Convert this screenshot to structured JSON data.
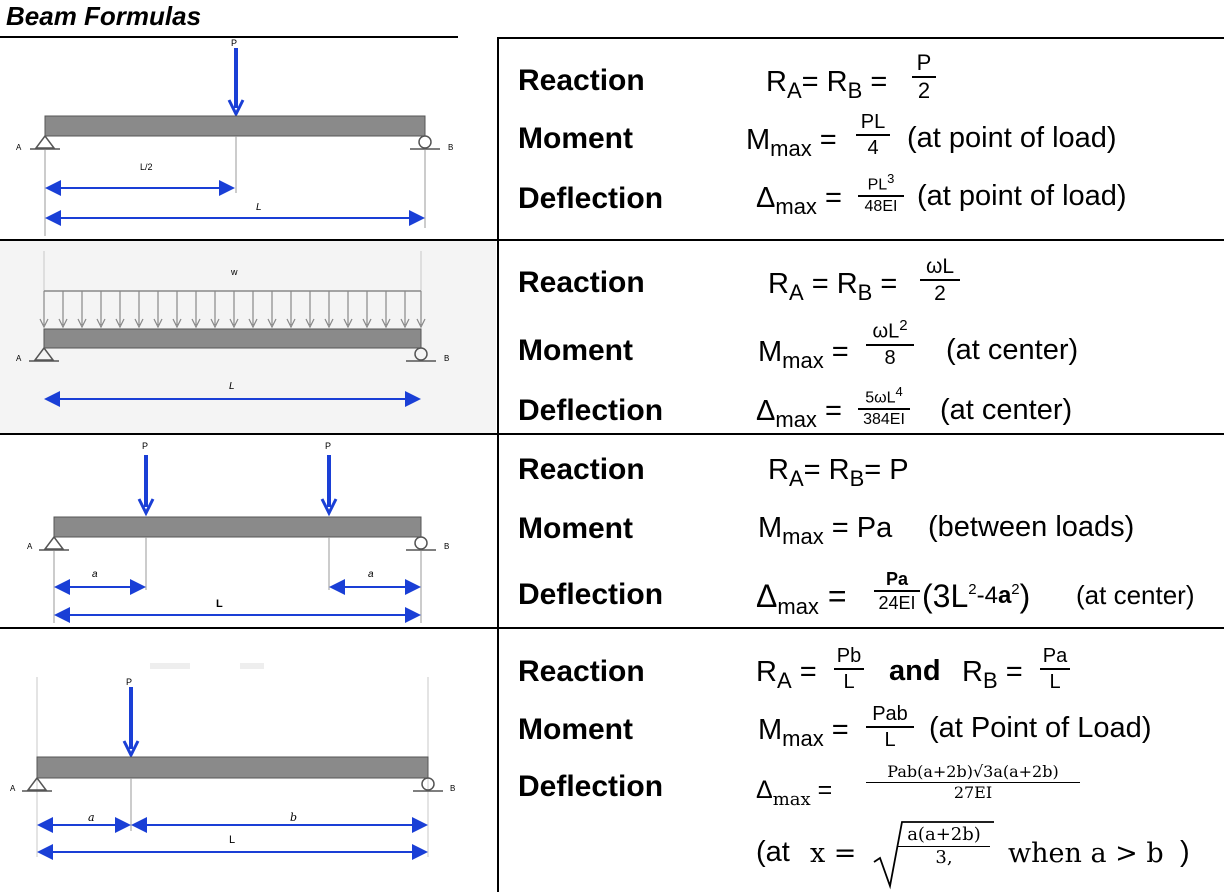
{
  "title": "Beam Formulas",
  "rows": [
    {
      "reaction_label": "Reaction",
      "moment_label": "Moment",
      "deflection_label": "Deflection",
      "reaction": {
        "lhs": "R",
        "sub_a": "A",
        "mid": "= R",
        "sub_b": "B",
        "eq": "=",
        "num": "P",
        "den": "2"
      },
      "moment": {
        "sym": "M",
        "sub": "max",
        "eq": "=",
        "num": "PL",
        "den": "4",
        "note": "(at point of load)"
      },
      "deflection": {
        "sym": "Δ",
        "sub": "max",
        "eq": "=",
        "num": "PL",
        "num_sup": "3",
        "den": "48EI",
        "note": "(at point of load)"
      },
      "diagram": {
        "load": "P",
        "end_a": "A",
        "end_b": "B",
        "dim1": "L/2",
        "dim2": "L"
      }
    },
    {
      "reaction_label": "Reaction",
      "moment_label": "Moment",
      "deflection_label": "Deflection",
      "reaction": {
        "lhs": "R",
        "sub_a": "A",
        "mid": " = R",
        "sub_b": "B",
        "eq": "=",
        "num": "ωL",
        "den": "2"
      },
      "moment": {
        "sym": "M",
        "sub": "max",
        "eq": "=",
        "num": "ωL",
        "num_sup": "2",
        "den": "8",
        "note": "(at center)"
      },
      "deflection": {
        "sym": "Δ",
        "sub": "max",
        "eq": "=",
        "num": "5ωL",
        "num_sup": "4",
        "den": "384EI",
        "note": "(at center)"
      },
      "diagram": {
        "load": "w",
        "end_a": "A",
        "end_b": "B",
        "dim1": "L"
      }
    },
    {
      "reaction_label": "Reaction",
      "moment_label": "Moment",
      "deflection_label": "Deflection",
      "reaction": {
        "lhs": "R",
        "sub_a": "A",
        "mid": "= R",
        "sub_b": "B",
        "tail": "= P"
      },
      "moment": {
        "sym": "M",
        "sub": "max",
        "tail": " = Pa",
        "note": "(between loads)"
      },
      "deflection": {
        "sym": "Δ",
        "sub": "max",
        "eq": "=",
        "num": "Pa",
        "den": "24EI",
        "expr_a": "(3L",
        "expr_sup1": "2",
        "expr_b": "-4",
        "expr_c": "a",
        "expr_sup2": "2",
        "expr_d": ")",
        "note": "(at center)"
      },
      "diagram": {
        "load1": "P",
        "load2": "P",
        "end_a": "A",
        "end_b": "B",
        "dim_a1": "a",
        "dim_a2": "a",
        "dim_l": "L"
      }
    },
    {
      "reaction_label": "Reaction",
      "moment_label": "Moment",
      "deflection_label": "Deflection",
      "reaction": {
        "lhs": "R",
        "sub_a": "A",
        "eq1": "=",
        "num1": "Pb",
        "den1": "L",
        "and": "and",
        "rhs": "R",
        "sub_b": "B",
        "eq2": "=",
        "num2": "Pa",
        "den2": "L"
      },
      "moment": {
        "sym": "M",
        "sub": "max",
        "eq": "=",
        "num": "Pab",
        "den": "L",
        "note": "(at Point of Load)"
      },
      "deflection": {
        "sym": "Δ",
        "sub": "max",
        "eq": "=",
        "num": "Pab(a+2b)√3a(a+2b)",
        "den": "27EI"
      },
      "location": {
        "prefix": "(at",
        "x": "x =",
        "num": "a(a+2b)",
        "den": "3,",
        "cond": "when a > b",
        "close": ")"
      },
      "diagram": {
        "load": "P",
        "end_a": "A",
        "end_b": "B",
        "dim_a": "a",
        "dim_b": "b",
        "dim_l": "L"
      }
    }
  ]
}
